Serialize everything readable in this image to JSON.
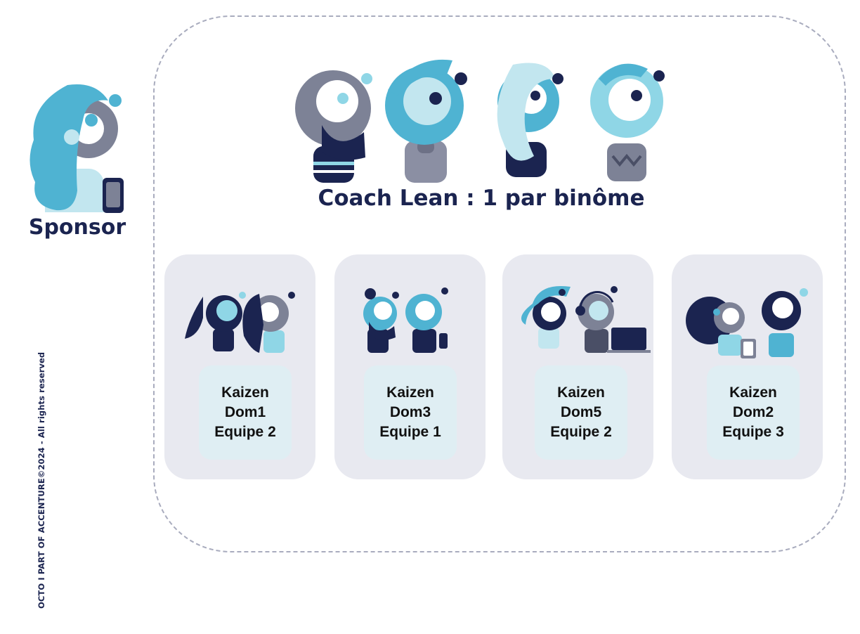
{
  "sponsor": {
    "label": "Sponsor"
  },
  "coach": {
    "label": "Coach Lean : 1 par binôme",
    "count": 4
  },
  "teams": [
    {
      "line1": "Kaizen",
      "line2": "Dom1",
      "line3": "Equipe 2"
    },
    {
      "line1": "Kaizen",
      "line2": "Dom3",
      "line3": "Equipe 1"
    },
    {
      "line1": "Kaizen",
      "line2": "Dom5",
      "line3": "Equipe 2"
    },
    {
      "line1": "Kaizen",
      "line2": "Dom2",
      "line3": "Equipe 3"
    }
  ],
  "footer": {
    "copyright": "OCTO I PART OF ACCENTURE©2024 - All rights reserved"
  },
  "colors": {
    "navy": "#1b2450",
    "blue": "#4fb3d2",
    "light_blue": "#8fd6e6",
    "pale_blue": "#c2e6ef",
    "slate": "#7d8296",
    "card_bg": "#e8e9f0",
    "inner_bg": "#dfeef3"
  }
}
